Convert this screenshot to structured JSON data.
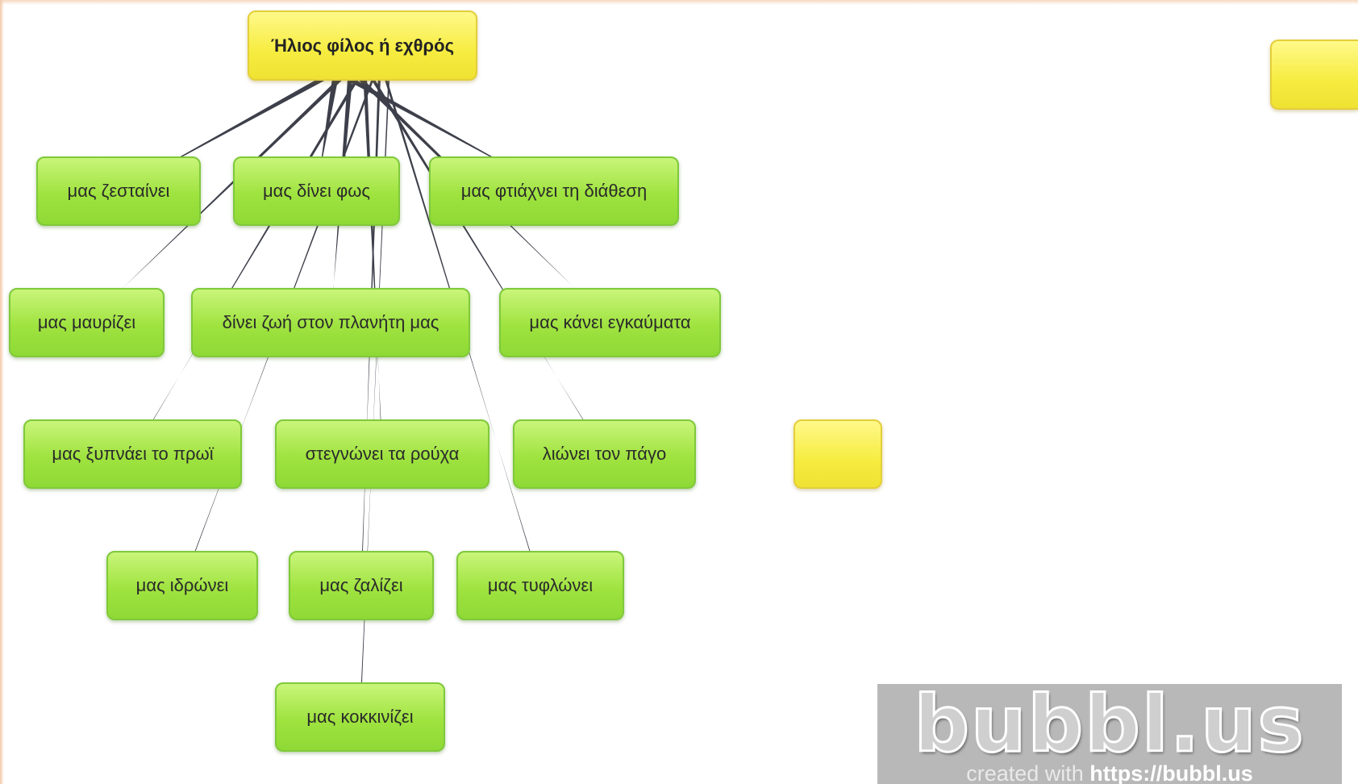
{
  "diagram": {
    "root": {
      "id": "root",
      "label": "Ήλιος φίλος ή εχθρός"
    },
    "nodes": [
      {
        "id": "n1",
        "label": "μας ζεσταίνει"
      },
      {
        "id": "n2",
        "label": "μας δίνει φως"
      },
      {
        "id": "n3",
        "label": "μας φτιάχνει τη διάθεση"
      },
      {
        "id": "n4",
        "label": "μας μαυρίζει"
      },
      {
        "id": "n5",
        "label": "δίνει ζωή στον πλανήτη μας"
      },
      {
        "id": "n6",
        "label": "μας κάνει εγκαύματα"
      },
      {
        "id": "n7",
        "label": "μας ξυπνάει το πρωϊ"
      },
      {
        "id": "n8",
        "label": "στεγνώνει τα ρούχα"
      },
      {
        "id": "n9",
        "label": "λιώνει τον πάγο"
      },
      {
        "id": "n10",
        "label": "μας ιδρώνει"
      },
      {
        "id": "n11",
        "label": "μας ζαλίζει"
      },
      {
        "id": "n12",
        "label": "μας τυφλώνει"
      },
      {
        "id": "n13",
        "label": "μας κοκκινίζει"
      },
      {
        "id": "e1",
        "label": ""
      },
      {
        "id": "e2",
        "label": ""
      }
    ],
    "connections": [
      "n1",
      "n2",
      "n3",
      "n4",
      "n5",
      "n6",
      "n7",
      "n8",
      "n9",
      "n10",
      "n11",
      "n12",
      "n13"
    ],
    "colors": {
      "root_fill": "#f6ec3f",
      "node_fill": "#a6e646",
      "link_color": "#3d3f4a"
    }
  },
  "watermark": {
    "logo": "bubbl.us",
    "caption_prefix": "created with ",
    "caption_url": "https://bubbl.us"
  }
}
